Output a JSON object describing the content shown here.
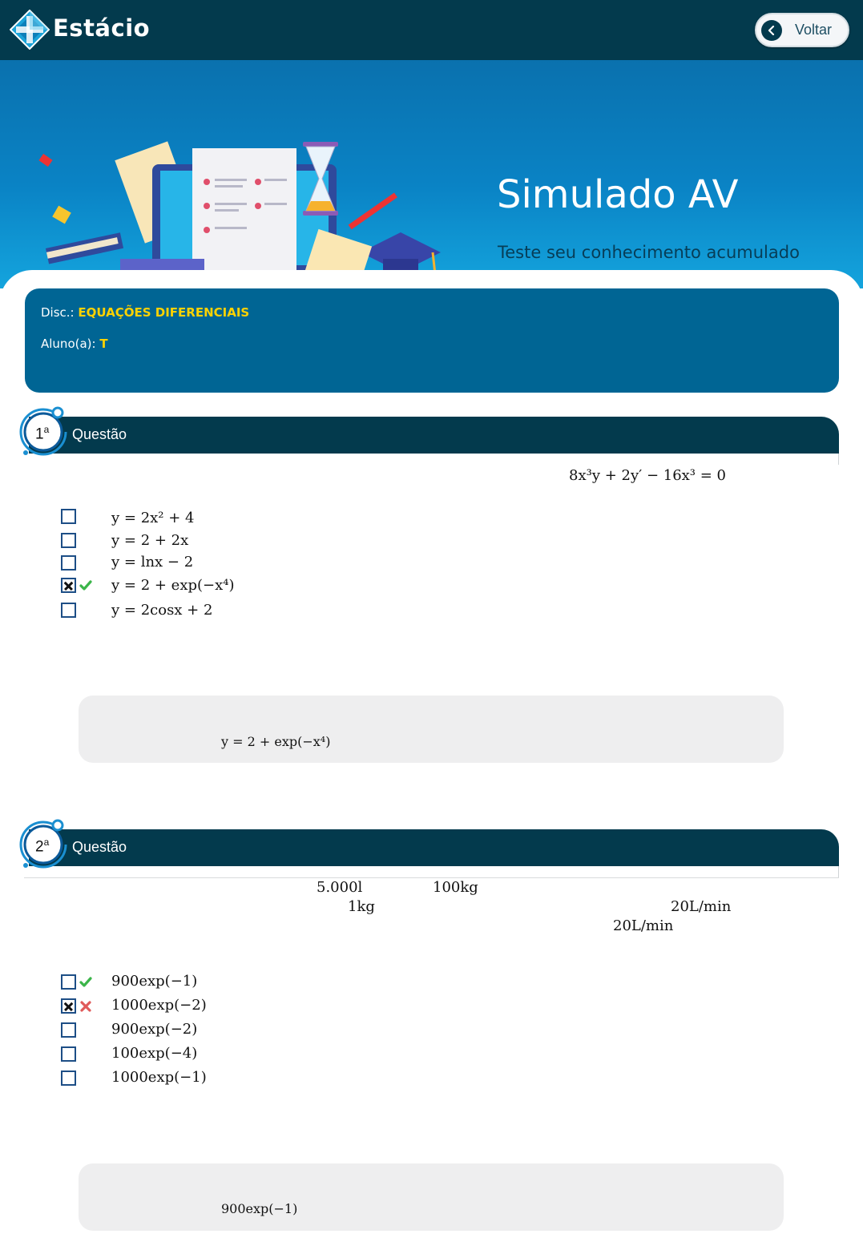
{
  "header": {
    "brand": "Estácio",
    "back_label": "Voltar"
  },
  "banner": {
    "title": "Simulado AV",
    "subtitle": "Teste seu conhecimento acumulado"
  },
  "info": {
    "disc_label": "Disc.:",
    "disc_value": "EQUAÇÕES DIFERENCIAIS",
    "student_label": "Aluno(a):",
    "student_value": "T"
  },
  "questions": [
    {
      "number": "1",
      "ordinal": "a",
      "label": "Questão",
      "statement": [
        "8x³y + 2y′ − 16x³ = 0"
      ],
      "options": [
        {
          "text": "y = 2x² + 4",
          "checked": false,
          "mark": "none"
        },
        {
          "text": "y = 2 + 2x",
          "checked": false,
          "mark": "none"
        },
        {
          "text": "y = lnx − 2",
          "checked": false,
          "mark": "none"
        },
        {
          "text": "y = 2 + exp(−x⁴)",
          "checked": true,
          "mark": "correct"
        },
        {
          "text": "y = 2cosx + 2",
          "checked": false,
          "mark": "none"
        }
      ],
      "answer": "y = 2 + exp(−x⁴)"
    },
    {
      "number": "2",
      "ordinal": "a",
      "label": "Questão",
      "statement": [
        "5.000l",
        "100kg",
        "1kg",
        "20L/min",
        "20L/min"
      ],
      "options": [
        {
          "text": "900exp(−1)",
          "checked": false,
          "mark": "correct"
        },
        {
          "text": "1000exp(−2)",
          "checked": true,
          "mark": "wrong"
        },
        {
          "text": "900exp(−2)",
          "checked": false,
          "mark": "none"
        },
        {
          "text": "100exp(−4)",
          "checked": false,
          "mark": "none"
        },
        {
          "text": "1000exp(−1)",
          "checked": false,
          "mark": "none"
        }
      ],
      "answer": "900exp(−1)"
    }
  ],
  "colors": {
    "topbar": "#033a4d",
    "banner": "#0a83c5",
    "info_card": "#006594",
    "highlight": "#ffd200",
    "correct": "#3bb54a",
    "wrong": "#e05a5a"
  }
}
